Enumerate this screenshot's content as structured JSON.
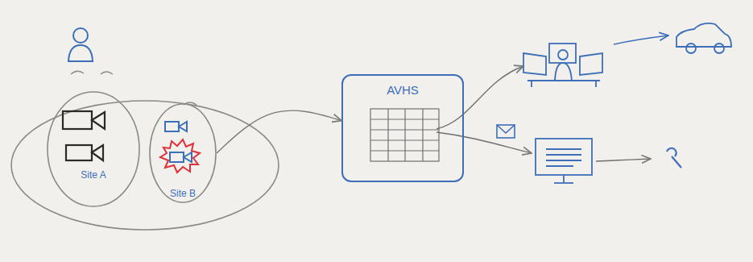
{
  "diagram": {
    "nodes": [
      {
        "text": [
          "Site A"
        ]
      },
      {
        "text": [
          "Site B"
        ]
      },
      {
        "text": [
          "AVHS"
        ]
      }
    ],
    "edges": [
      {
        "from": 1,
        "to": 2,
        "arrow": "to"
      }
    ]
  }
}
